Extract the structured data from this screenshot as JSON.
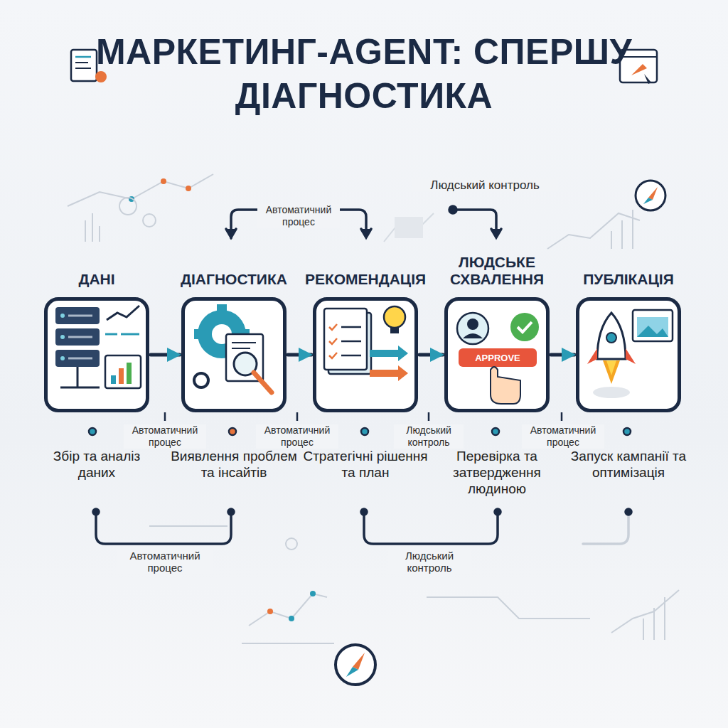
{
  "diagram": {
    "title": "МАРКЕТИНГ-AGENT: СПЕРШУ ДІАГНОСТИКА",
    "nodes": [
      {
        "text": [
          "ДАНІ",
          "Збір та аналіз даних"
        ]
      },
      {
        "text": [
          "ДІАГНОСТИКА",
          "Виявлення проблем та інсайтів"
        ]
      },
      {
        "text": [
          "РЕКОМЕНДАЦІЯ",
          "Стратегічні рішення та план"
        ]
      },
      {
        "text": [
          "ЛЮДСЬКЕ СХВАЛЕННЯ",
          "Перевірка та затвердження людиною"
        ]
      },
      {
        "text": [
          "ПУБЛІКАЦІЯ",
          "Запуск кампанії та оптимізація"
        ]
      }
    ],
    "edges": [
      {
        "from": 0,
        "to": 1,
        "arrow": "to"
      },
      {
        "from": 1,
        "to": 2,
        "arrow": "to"
      },
      {
        "from": 2,
        "to": 3,
        "arrow": "to"
      },
      {
        "from": 3,
        "to": 4,
        "arrow": "to"
      }
    ],
    "labels": [
      "Людський контроль",
      "Автоматичний процес",
      "APPROVE",
      "Автоматичний процес",
      "Автоматичний процес",
      "Людський контроль",
      "Автоматичний процес",
      "Автоматичний процес",
      "Людський контроль"
    ]
  }
}
